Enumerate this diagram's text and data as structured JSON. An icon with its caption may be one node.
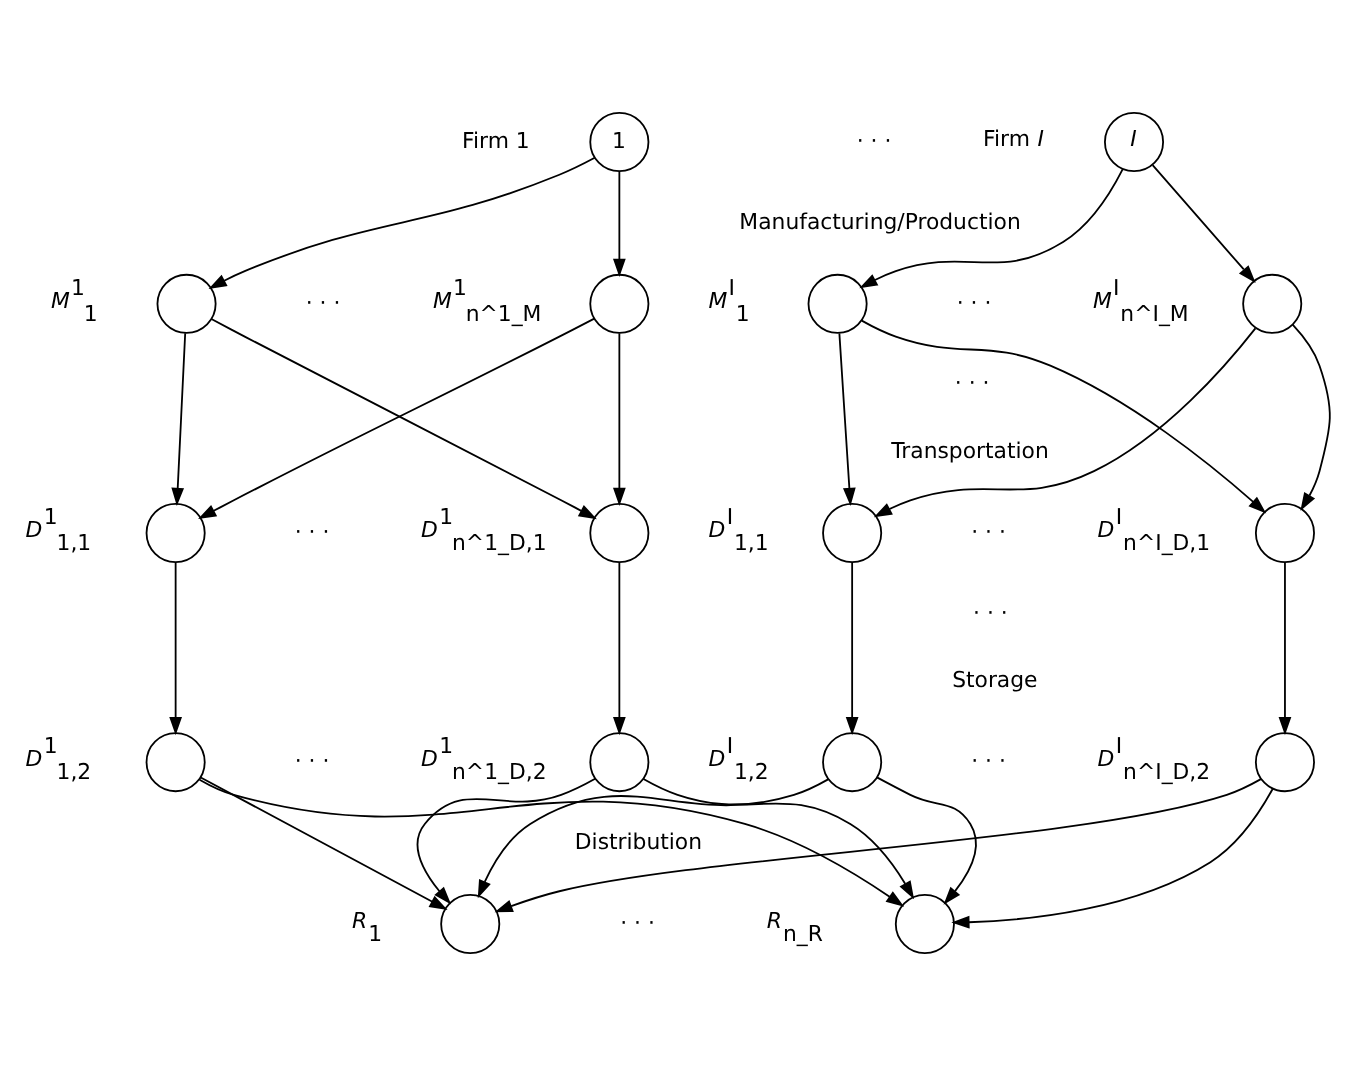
{
  "diagram": {
    "nodes": [
      {
        "text": [
          "1"
        ],
        "beside": [
          "Firm 1"
        ]
      },
      {
        "text": [
          "*I*"
        ],
        "beside": [
          "Firm *I*"
        ]
      },
      {
        "text": [],
        "shape": "circle",
        "beside": [
          "*M*$^{1}$$_{1}$"
        ]
      },
      {
        "text": [],
        "shape": "circle",
        "beside": [
          "*M*$^{1}$$_{n^1_M}$"
        ]
      },
      {
        "text": [],
        "shape": "circle",
        "beside": [
          "*M*$^{I}$$_{1}$"
        ]
      },
      {
        "text": [],
        "shape": "circle",
        "beside": [
          "*M*$^{I}$$_{n^I_M}$"
        ]
      },
      {
        "text": [],
        "shape": "circle",
        "beside": [
          "*D*$^{1}$$_{1,1}$"
        ]
      },
      {
        "text": [],
        "shape": "circle",
        "beside": [
          "*D*$^{1}$$_{n^1_D,1}$"
        ]
      },
      {
        "text": [],
        "shape": "circle",
        "beside": [
          "*D*$^{I}$$_{1,1}$"
        ]
      },
      {
        "text": [],
        "shape": "circle",
        "beside": [
          "*D*$^{I}$$_{n^I_D,1}$"
        ]
      },
      {
        "text": [],
        "shape": "circle",
        "beside": [
          "*D*$^{1}$$_{1,2}$"
        ]
      },
      {
        "text": [],
        "shape": "circle",
        "beside": [
          "*D*$^{1}$$_{n^1_D,2}$"
        ]
      },
      {
        "text": [],
        "shape": "circle",
        "beside": [
          "*D*$^{I}$$_{1,2}$"
        ]
      },
      {
        "text": [],
        "shape": "circle",
        "beside": [
          "*D*$^{I}$$_{n^I_D,2}$"
        ]
      },
      {
        "text": [],
        "shape": "circle",
        "beside": [
          "*R*$_{1}$"
        ]
      },
      {
        "text": [],
        "shape": "circle",
        "beside": [
          "*R*$_{n_R}$"
        ]
      }
    ],
    "edges": [
      {
        "from": 0,
        "to": 2,
        "arrow": "to"
      },
      {
        "from": 0,
        "to": 3,
        "arrow": "to"
      },
      {
        "from": 1,
        "to": 4,
        "arrow": "to"
      },
      {
        "from": 1,
        "to": 5,
        "arrow": "to"
      },
      {
        "from": 2,
        "to": 6,
        "arrow": "to"
      },
      {
        "from": 2,
        "to": 7,
        "arrow": "to"
      },
      {
        "from": 3,
        "to": 6,
        "arrow": "to"
      },
      {
        "from": 3,
        "to": 7,
        "arrow": "to"
      },
      {
        "from": 4,
        "to": 8,
        "arrow": "to"
      },
      {
        "from": 4,
        "to": 9,
        "arrow": "to"
      },
      {
        "from": 5,
        "to": 8,
        "arrow": "to"
      },
      {
        "from": 5,
        "to": 9,
        "arrow": "to"
      },
      {
        "from": 6,
        "to": 10,
        "arrow": "to"
      },
      {
        "from": 7,
        "to": 11,
        "arrow": "to"
      },
      {
        "from": 8,
        "to": 12,
        "arrow": "to"
      },
      {
        "from": 9,
        "to": 13,
        "arrow": "to"
      },
      {
        "from": 10,
        "to": 14,
        "arrow": "to"
      },
      {
        "from": 10,
        "to": 15,
        "arrow": "to"
      },
      {
        "from": 11,
        "to": 14,
        "arrow": "to"
      },
      {
        "from": 11,
        "to": 15,
        "arrow": "to"
      },
      {
        "from": 12,
        "to": 14,
        "arrow": "to"
      },
      {
        "from": 12,
        "to": 15,
        "arrow": "to"
      },
      {
        "from": 13,
        "to": 14,
        "arrow": "to"
      },
      {
        "from": 13,
        "to": 15,
        "arrow": "to"
      }
    ],
    "labels": [
      "· · ·",
      "Manufacturing/Production",
      "· · ·",
      "· · ·",
      "· · ·",
      "Transportation",
      "· · ·",
      "· · ·",
      "· · ·",
      "Storage",
      "· · ·",
      "· · ·",
      "Distribution",
      "· · ·"
    ]
  }
}
